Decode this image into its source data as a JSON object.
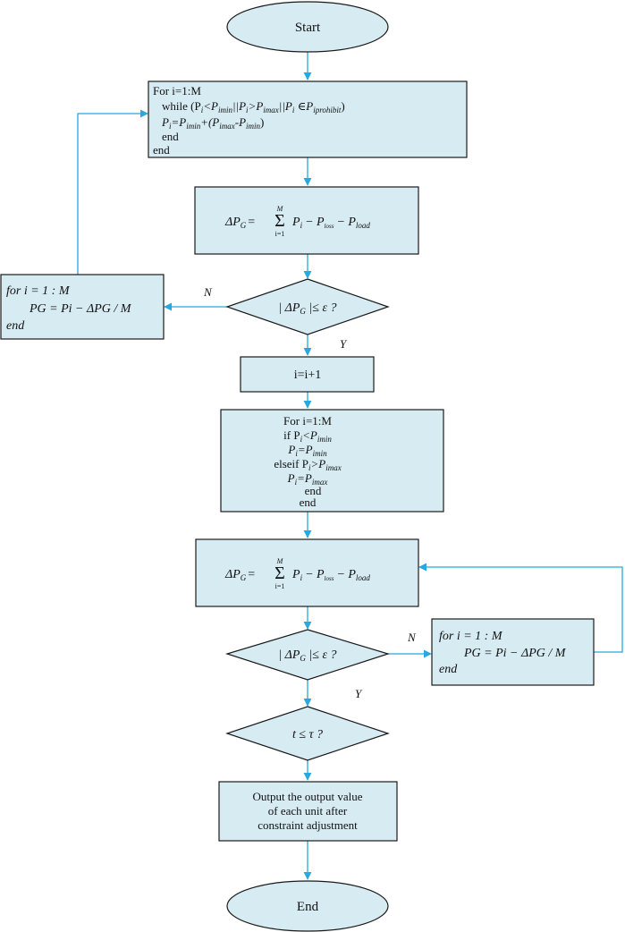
{
  "nodes": {
    "start": {
      "label": "Start"
    },
    "init": {
      "line1": "For i=1:M",
      "line2": "while (P",
      "line2_sub_i": "i",
      "line2_lt": "<P",
      "line2_sub_imin": "imin",
      "line2_or1": "||P",
      "line2_sub_i2": "i",
      "line2_gt": ">P",
      "line2_sub_imax": "imax",
      "line2_or2": "||P",
      "line2_sub_i3": "i",
      "line2_in": " ∈P",
      "line2_sub_prohibit": "iprohibit",
      "line2_close": ")",
      "line3_a": "P",
      "line3_sub_i": "i",
      "line3_b": "=P",
      "line3_sub_imin": "imin",
      "line3_c": "+(P",
      "line3_sub_imax": "imax",
      "line3_d": "-P",
      "line3_sub_imin2": "imin",
      "line3_e": ")",
      "line4": "end",
      "line5": "end"
    },
    "delta1": {
      "lhs": "ΔP",
      "lhs_sub": "G",
      "eq": "=",
      "sum": "Σ",
      "sum_top": "M",
      "sum_bottom": "i=1",
      "term1": "P",
      "term1_sub": "i",
      "minus1": "−",
      "term2": "P",
      "term2_sub": "loss",
      "minus2": "−",
      "term3": "P",
      "term3_sub": "load"
    },
    "check1": {
      "label_a": "| ΔP",
      "label_sub": "G",
      "label_b": " |≤ ε ?"
    },
    "adjust1": {
      "line1": "for i = 1 : M",
      "line2": "PG = Pi − ΔPG / M",
      "line3": "end"
    },
    "increment": {
      "label": "i=i+1"
    },
    "clamp": {
      "line1": "For i=1:M",
      "line2_a": "if P",
      "line2_sub_i": "i",
      "line2_b": "<P",
      "line2_sub_imin": "imin",
      "line3_a": "P",
      "line3_sub_i": "i",
      "line3_b": "=P",
      "line3_sub_imin": "imin",
      "line4_a": "elseif P",
      "line4_sub_i": "i",
      "line4_b": ">P",
      "line4_sub_imax": "imax",
      "line5_a": "P",
      "line5_sub_i": "i",
      "line5_b": "=P",
      "line5_sub_imax": "imax",
      "line6": "end",
      "line7": "end"
    },
    "delta2": {
      "lhs": "ΔP",
      "lhs_sub": "G",
      "eq": "=",
      "sum": "Σ",
      "sum_top": "M",
      "sum_bottom": "i=1",
      "term1": "P",
      "term1_sub": "i",
      "minus1": "−",
      "term2": "P",
      "term2_sub": "loss",
      "minus2": "−",
      "term3": "P",
      "term3_sub": "load"
    },
    "check2": {
      "label_a": "| ΔP",
      "label_sub": "G",
      "label_b": " |≤ ε ?"
    },
    "adjust2": {
      "line1": "for i = 1 : M",
      "line2": "PG = Pi − ΔPG / M",
      "line3": "end"
    },
    "check3": {
      "label": "t ≤ τ ?"
    },
    "output": {
      "line1": "Output the output value",
      "line2": "of each unit after",
      "line3": "constraint adjustment"
    },
    "end": {
      "label": "End"
    }
  },
  "edge_labels": {
    "check1_no": "N",
    "check1_yes": "Y",
    "check2_no": "N",
    "check2_yes": "Y"
  },
  "colors": {
    "box_fill": "#d7ebf3",
    "box_stroke": "#1a1a1a",
    "edge": "#27a8de"
  }
}
